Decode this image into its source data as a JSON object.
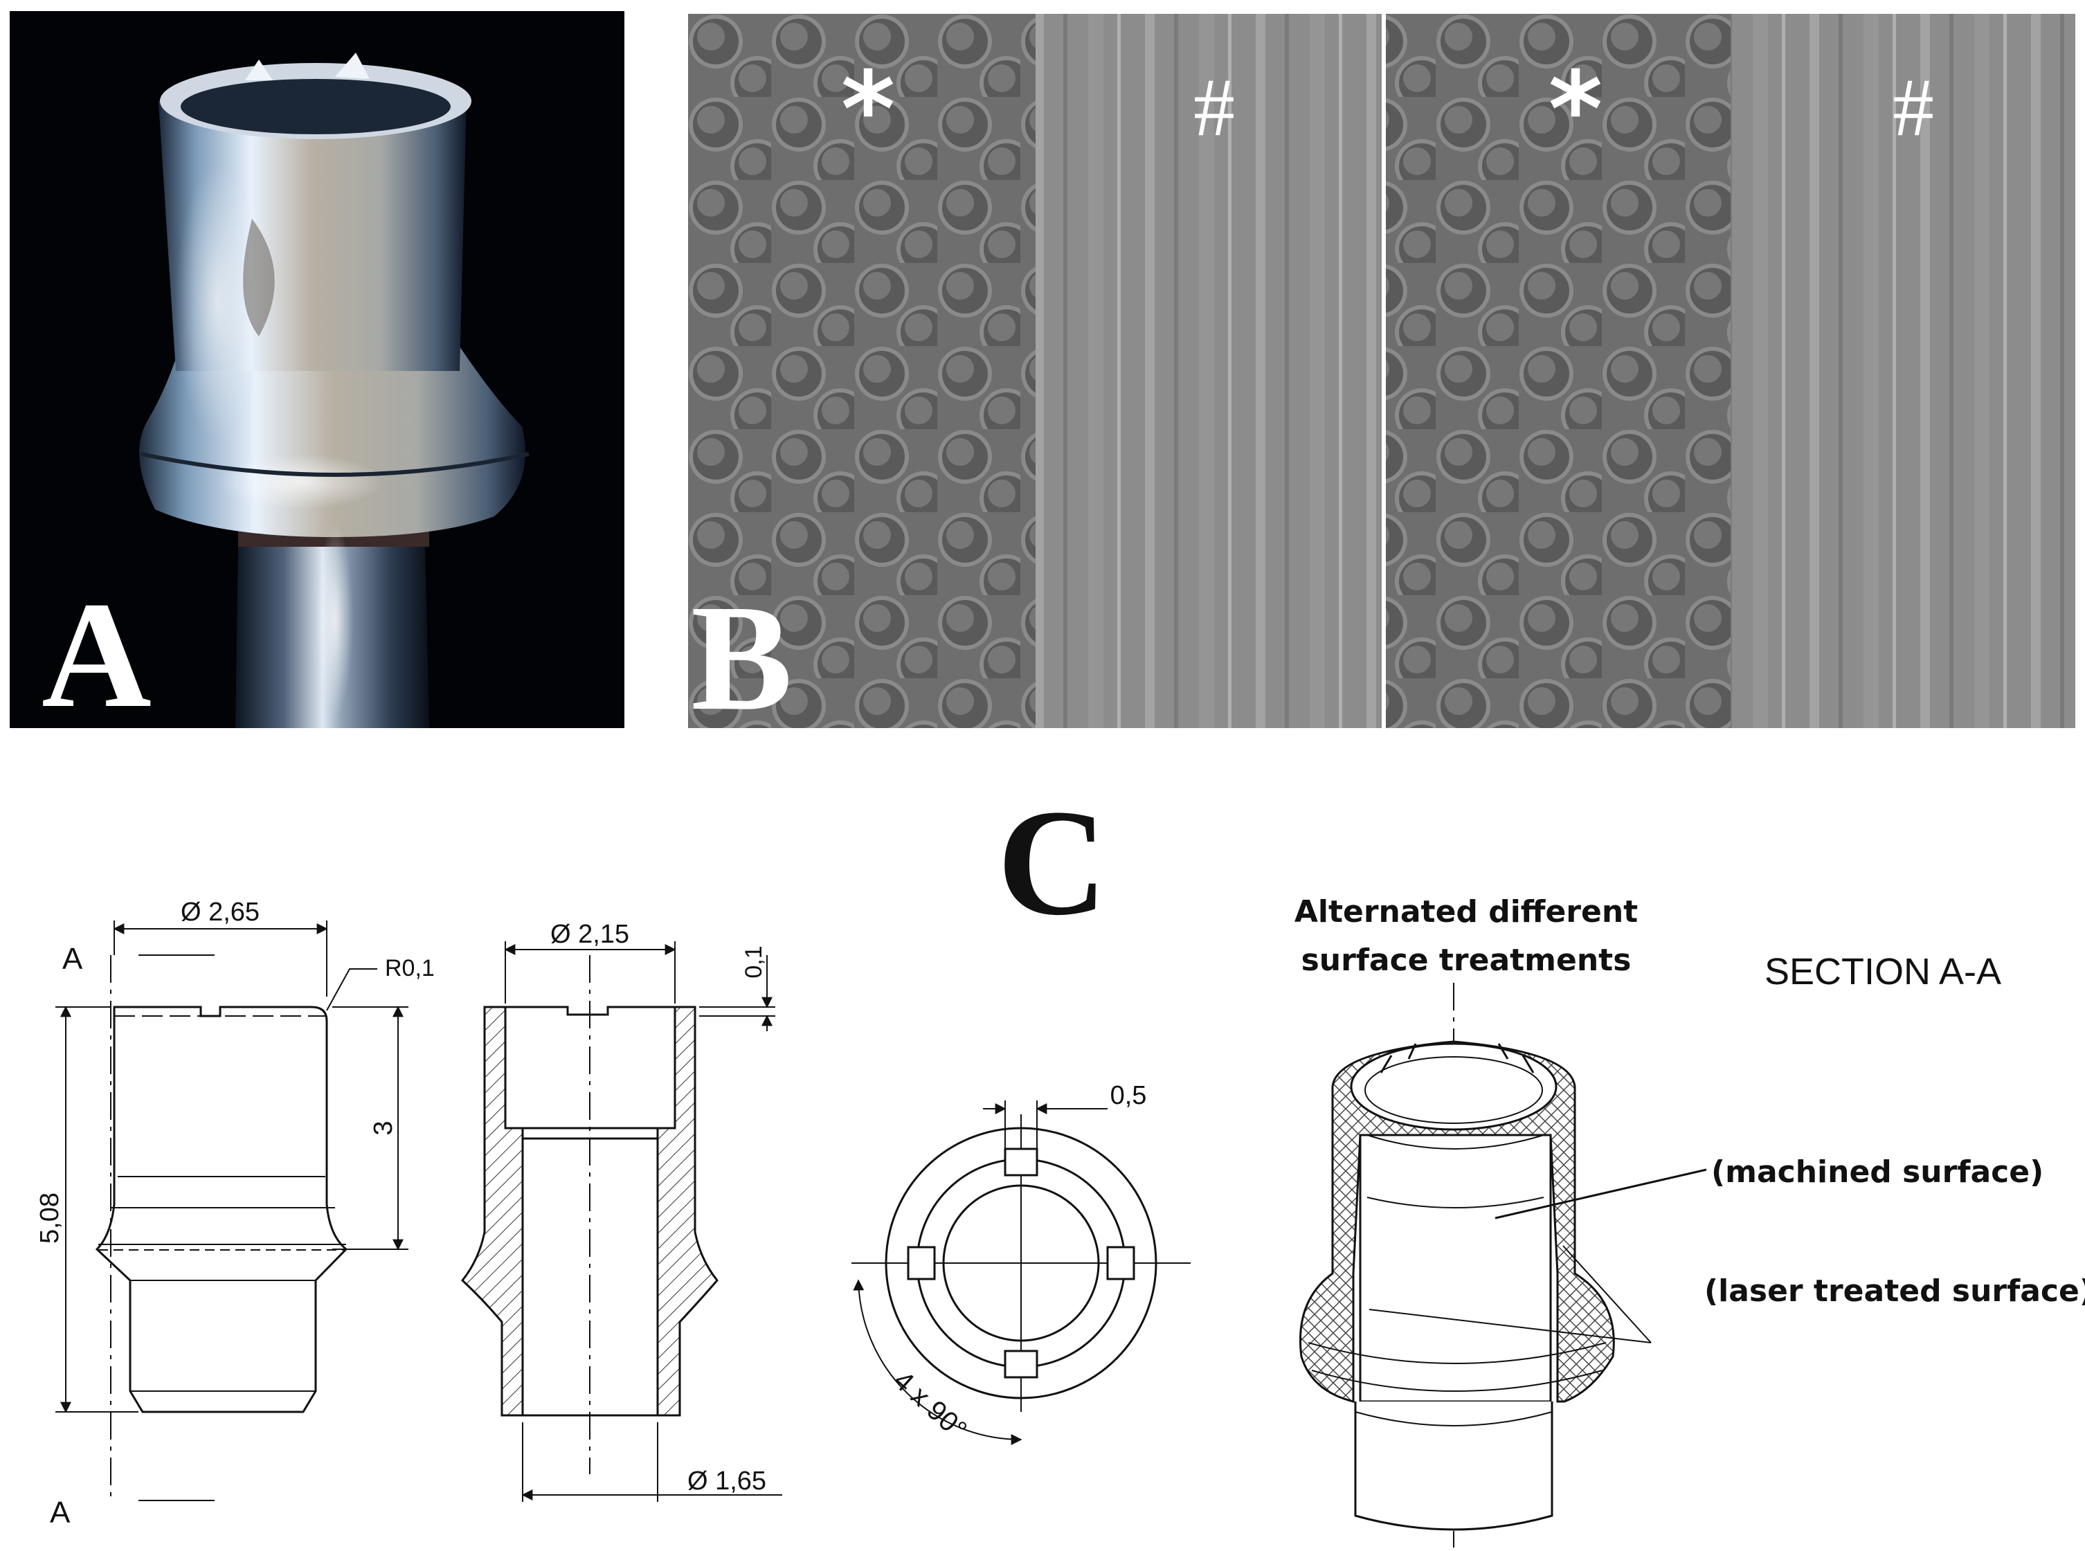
{
  "panel_labels": {
    "a": "A",
    "b": "B",
    "c": "C"
  },
  "panel_b": {
    "tile_markers": [
      "*",
      "#",
      "*",
      "#"
    ]
  },
  "drawing_left": {
    "section_marker_top": "A",
    "section_marker_bottom": "A",
    "dim_top_diameter": "Ø 2,65",
    "dim_radius": "R0,1",
    "dim_total_height": "5,08",
    "dim_upper_height": "3"
  },
  "drawing_section": {
    "dim_inner_diameter": "Ø 2,15",
    "dim_slot_depth": "0,1",
    "dim_bore_diameter": "Ø 1,65"
  },
  "drawing_top_view": {
    "dim_slot_width": "0,5",
    "dim_angle": "4 x 90°"
  },
  "drawing_iso": {
    "title_line1": "Alternated different",
    "title_line2": "surface treatments",
    "section_label": "SECTION A-A",
    "callout_machined": "(machined surface)",
    "callout_laser": "(laser treated surface)"
  },
  "colors": {
    "photo_bg": "#020306",
    "sem_tile": "#6e6e6e",
    "sem_stripes": "#8c8c8c",
    "hatch": "#333333"
  }
}
